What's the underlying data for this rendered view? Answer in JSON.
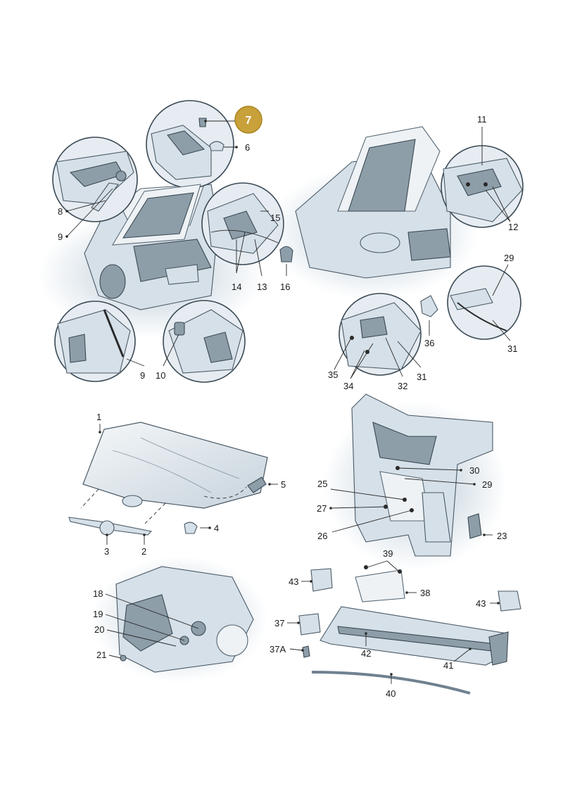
{
  "highlight": {
    "number": "7",
    "color": "#c9a13b"
  },
  "labels": {
    "l1": "1",
    "l2": "2",
    "l3": "3",
    "l4": "4",
    "l5": "5",
    "l6": "6",
    "l8": "8",
    "l9a": "9",
    "l9b": "9",
    "l10": "10",
    "l11": "11",
    "l12": "12",
    "l13": "13",
    "l14": "14",
    "l15": "15",
    "l16": "16",
    "l18": "18",
    "l19": "19",
    "l20": "20",
    "l21": "21",
    "l23": "23",
    "l25": "25",
    "l26": "26",
    "l27": "27",
    "l29a": "29",
    "l29b": "29",
    "l30": "30",
    "l31a": "31",
    "l31b": "31",
    "l32": "32",
    "l34": "34",
    "l35": "35",
    "l36": "36",
    "l37": "37",
    "l37a": "37A",
    "l38": "38",
    "l39": "39",
    "l40": "40",
    "l41": "41",
    "l42": "42",
    "l43a": "43",
    "l43b": "43"
  },
  "colors": {
    "part_fill": "#d6e0e8",
    "part_stroke": "#4a5a66",
    "shadow_blue": "#7f9fb6",
    "label_text": "#1a1a1a"
  }
}
